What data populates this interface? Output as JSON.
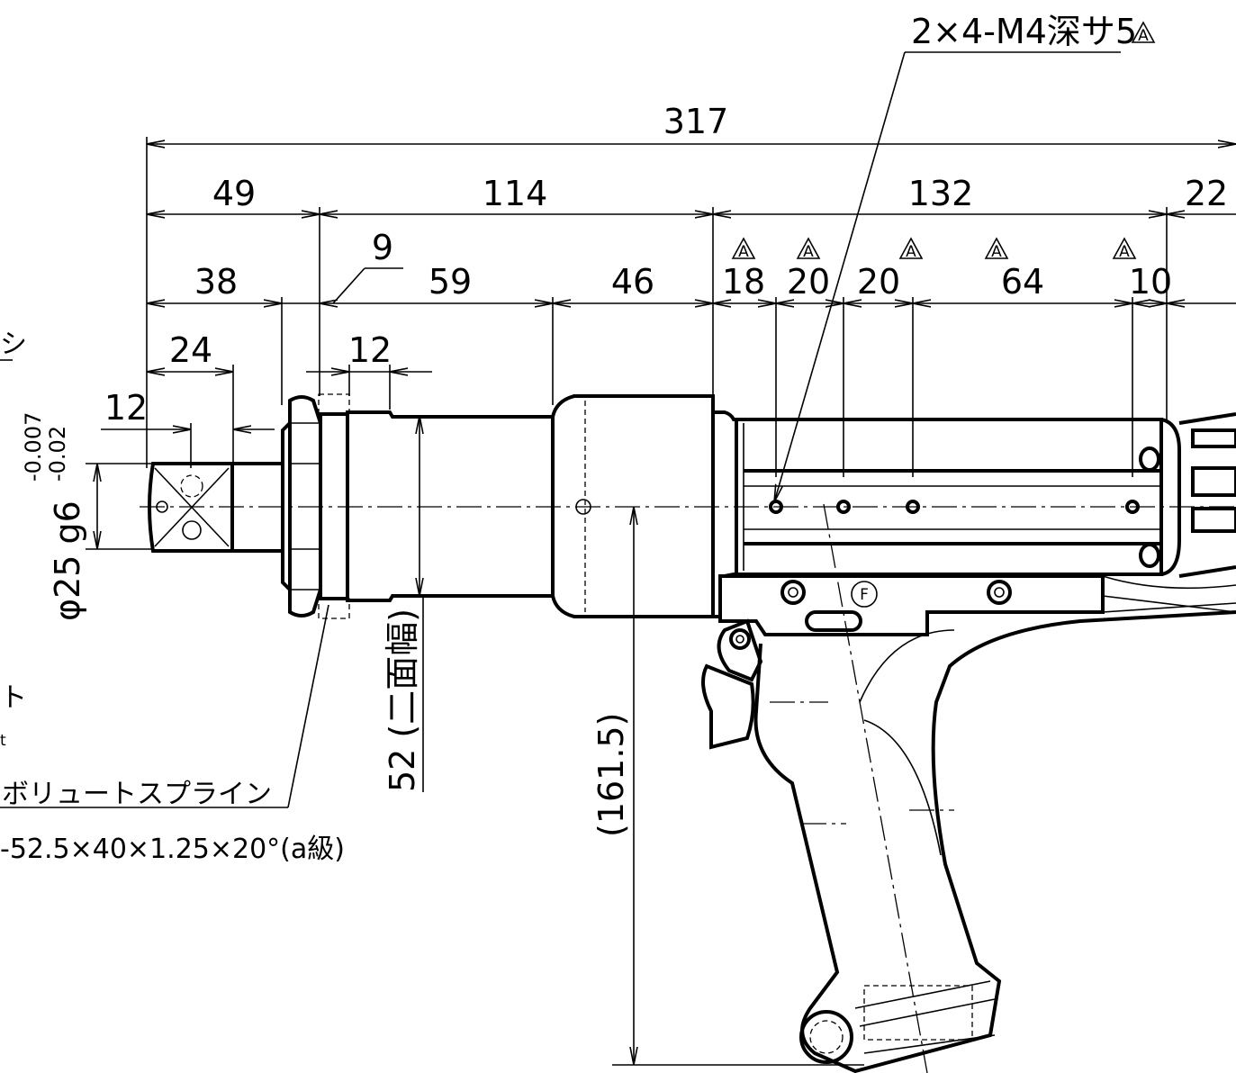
{
  "callout": {
    "hole_spec": "2×4-M4深サ5",
    "revision_mark": "A",
    "spline_name": "ボリュートスプライン",
    "spline_spec": "-52.5×40×1.25×20°(a級)",
    "partial_text_1": "シ",
    "partial_text_2": "ト",
    "partial_text_3": "t",
    "face_mark": "F"
  },
  "dimensions": {
    "overall_length": "317",
    "d49": "49",
    "d114": "114",
    "d132": "132",
    "d22": "22",
    "d38": "38",
    "d9": "9",
    "d59": "59",
    "d46": "46",
    "d18": "18",
    "d20a": "20",
    "d20b": "20",
    "d64": "64",
    "d10": "10",
    "d24": "24",
    "d12a": "12",
    "d12b": "12",
    "shaft_diameter": "φ25 g6",
    "tol_upper": "-0.007",
    "tol_lower": "-0.02",
    "across_flats": "52 (二面幅)",
    "height": "(161.5)"
  }
}
